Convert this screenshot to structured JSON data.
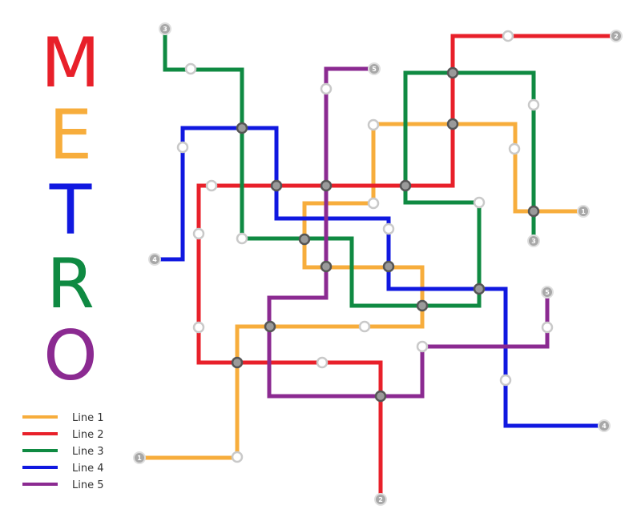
{
  "title": {
    "letters": [
      {
        "char": "M",
        "color": "#e8202a"
      },
      {
        "char": "E",
        "color": "#f7ad3c"
      },
      {
        "char": "T",
        "color": "#1018e0"
      },
      {
        "char": "R",
        "color": "#0f8a42"
      },
      {
        "char": "O",
        "color": "#8b2a91"
      }
    ]
  },
  "legend": [
    {
      "label": "Line 1",
      "color": "#f7ad3c"
    },
    {
      "label": "Line 2",
      "color": "#e8202a"
    },
    {
      "label": "Line 3",
      "color": "#0f8a42"
    },
    {
      "label": "Line 4",
      "color": "#1018e0"
    },
    {
      "label": "Line 5",
      "color": "#8b2a91"
    }
  ],
  "lines": [
    {
      "id": "line-1",
      "color": "#f7ad3c",
      "terminal_label": "1"
    },
    {
      "id": "line-2",
      "color": "#e8202a",
      "terminal_label": "2"
    },
    {
      "id": "line-3",
      "color": "#0f8a42",
      "terminal_label": "3"
    },
    {
      "id": "line-4",
      "color": "#1018e0",
      "terminal_label": "4"
    },
    {
      "id": "line-5",
      "color": "#8b2a91",
      "terminal_label": "5"
    }
  ]
}
